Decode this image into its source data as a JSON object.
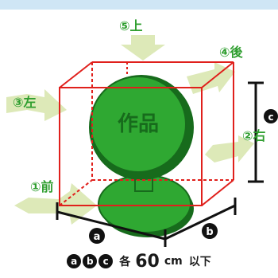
{
  "labels": {
    "top": "⑤上",
    "back": "④後",
    "left": "③左",
    "right": "②右",
    "front": "①前",
    "work": "作品",
    "dim_a": "a",
    "dim_b": "b",
    "dim_c": "c"
  },
  "caption": {
    "a": "a",
    "b": "b",
    "c": "c",
    "each": "各",
    "number": "60",
    "unit": "cm",
    "below": "以下"
  },
  "colors": {
    "box_edge": "#e0201c",
    "work_fill": "#2fa832",
    "arrow_fill": "#d9e8b0",
    "label_green": "#2f9e2f",
    "dimension": "#111111",
    "top_strip": "#cfe6f5"
  }
}
